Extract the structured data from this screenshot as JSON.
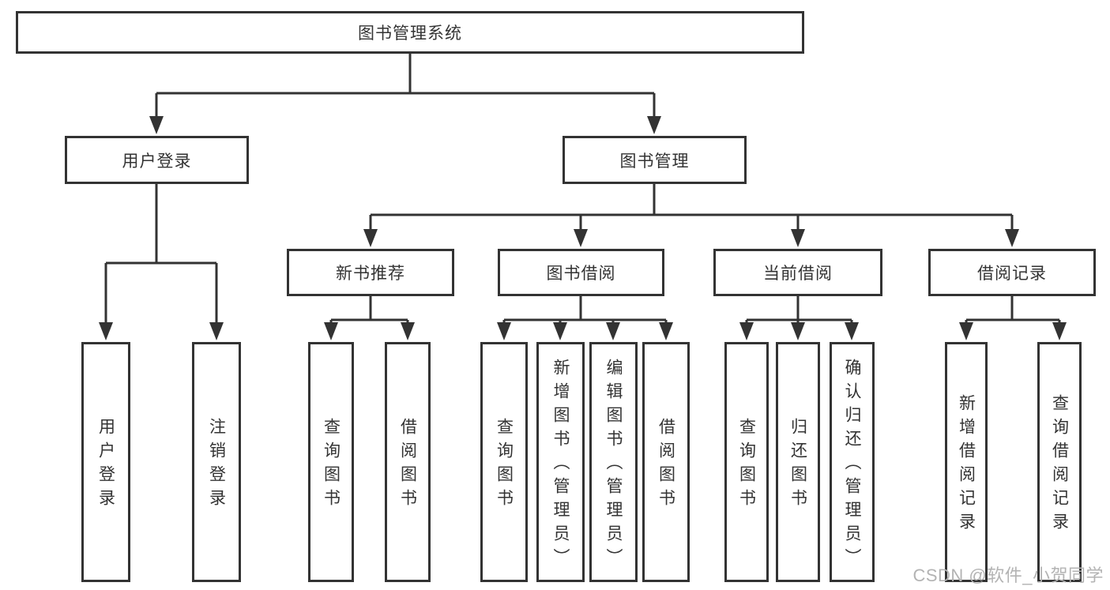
{
  "colors": {
    "background": "#ffffff",
    "box_border": "#333333",
    "connector_line": "#333333",
    "text": "#333333",
    "watermark_text": "#b3b3b3"
  },
  "watermark": "CSDN @软件_小贺同学",
  "tree": {
    "label": "图书管理系统",
    "children": [
      {
        "label": "用户登录",
        "children": [
          {
            "label": "用户登录"
          },
          {
            "label": "注销登录"
          }
        ]
      },
      {
        "label": "图书管理",
        "children": [
          {
            "label": "新书推荐",
            "children": [
              {
                "label": "查询图书"
              },
              {
                "label": "借阅图书"
              }
            ]
          },
          {
            "label": "图书借阅",
            "children": [
              {
                "label": "查询图书"
              },
              {
                "label": "新增图书（管理员）"
              },
              {
                "label": "编辑图书（管理员）"
              },
              {
                "label": "借阅图书"
              }
            ]
          },
          {
            "label": "当前借阅",
            "children": [
              {
                "label": "查询图书"
              },
              {
                "label": "归还图书"
              },
              {
                "label": "确认归还（管理员）"
              }
            ]
          },
          {
            "label": "借阅记录",
            "children": [
              {
                "label": "新增借阅记录"
              },
              {
                "label": "查询借阅记录"
              }
            ]
          }
        ]
      }
    ]
  }
}
